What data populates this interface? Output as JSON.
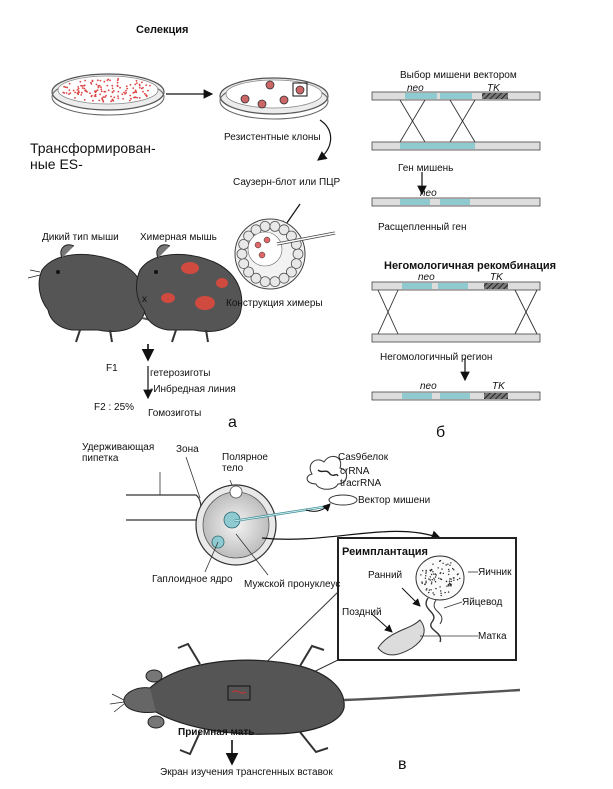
{
  "panel_a": {
    "title": "Селекция",
    "transformed": "Трансформирован-\nные ES-",
    "resistant": "Резистентные клоны",
    "southern": "Саузерн-блот или ПЦР",
    "wild": "Дикий тип мыши",
    "chimera": "Химерная мышь",
    "cross": "x",
    "construct": "Конструкция химеры",
    "f1": "F1",
    "hetero": "гетерозиготы",
    "inbred": "-Инбредная линия",
    "f2": "F2 : 25%",
    "homo": "Гомозиготы",
    "letter": "а"
  },
  "panel_b": {
    "vector_choice": "Выбор мишени вектором",
    "neo": "neo",
    "tk": "TK",
    "target_gene": "Ген мишень",
    "split_gene": "Расщепленный ген",
    "nonhom_recomb": "Негомологичная рекомбинация",
    "nonhom_region": "Негомологичный регион",
    "letter": "б"
  },
  "panel_v": {
    "holding": "Удерживающая\nпипетка",
    "zona": "Зона",
    "polar": "Полярное\nтело",
    "cas9": "Cas9белок",
    "crrna": "crRNA",
    "tracrrna": "tracrRNA",
    "vector": "Вектор мишени",
    "haploid": "Гаплоидное ядро",
    "male": "Мужской пронуклеус",
    "reimplant": "Реимплантация",
    "early": "Ранний",
    "ovary": "Яичник",
    "late": "Поздний",
    "oviduct": "Яйцевод",
    "uterus": "Матка",
    "foster": "Приемная мать",
    "screen": "Экран изучения трансгенных вставок",
    "letter": "в"
  },
  "colors": {
    "teal": "#8fcad0",
    "red": "#d94a3a",
    "gray": "#d4d4d4",
    "dark": "#1a1a1a"
  }
}
